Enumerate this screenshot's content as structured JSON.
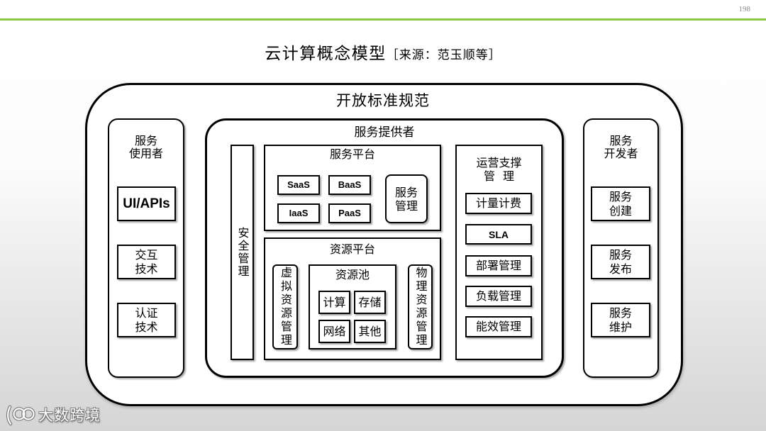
{
  "page_number": "198",
  "title": "云计算概念模型",
  "title_source": "［来源：范玉顺等］",
  "outer_label": "开放标准规范",
  "consumer": {
    "title_lines": [
      "服务",
      "使用者"
    ],
    "items": [
      {
        "lines": [
          "UI/APIs"
        ]
      },
      {
        "lines": [
          "交互",
          "技术"
        ]
      },
      {
        "lines": [
          "认证",
          "技术"
        ]
      }
    ]
  },
  "provider": {
    "title": "服务提供者",
    "security": "安全管理",
    "service_platform": {
      "title": "服务平台",
      "services": [
        "SaaS",
        "BaaS",
        "IaaS",
        "PaaS"
      ],
      "management_lines": [
        "服务",
        "管理"
      ]
    },
    "resource_platform": {
      "title": "资源平台",
      "virtual": "虚拟资源管理",
      "pool": {
        "title": "资源池",
        "items": [
          "计算",
          "存储",
          "网络",
          "其他"
        ]
      },
      "physical": "物理资源管理"
    },
    "operations": {
      "title_lines": [
        "运营支撑",
        "管 理"
      ],
      "items": [
        "计量计费",
        "SLA",
        "部署管理",
        "负载管理",
        "能效管理"
      ]
    }
  },
  "developer": {
    "title_lines": [
      "服务",
      "开发者"
    ],
    "items": [
      {
        "lines": [
          "服务",
          "创建"
        ]
      },
      {
        "lines": [
          "服务",
          "发布"
        ]
      },
      {
        "lines": [
          "服务",
          "维护"
        ]
      }
    ]
  },
  "watermark": {
    "text": "大数跨境",
    "icon": "watermark-logo-icon"
  },
  "colors": {
    "accent_rule": "#8dc63f",
    "border": "#000000",
    "watermark_outline": "#777777"
  }
}
